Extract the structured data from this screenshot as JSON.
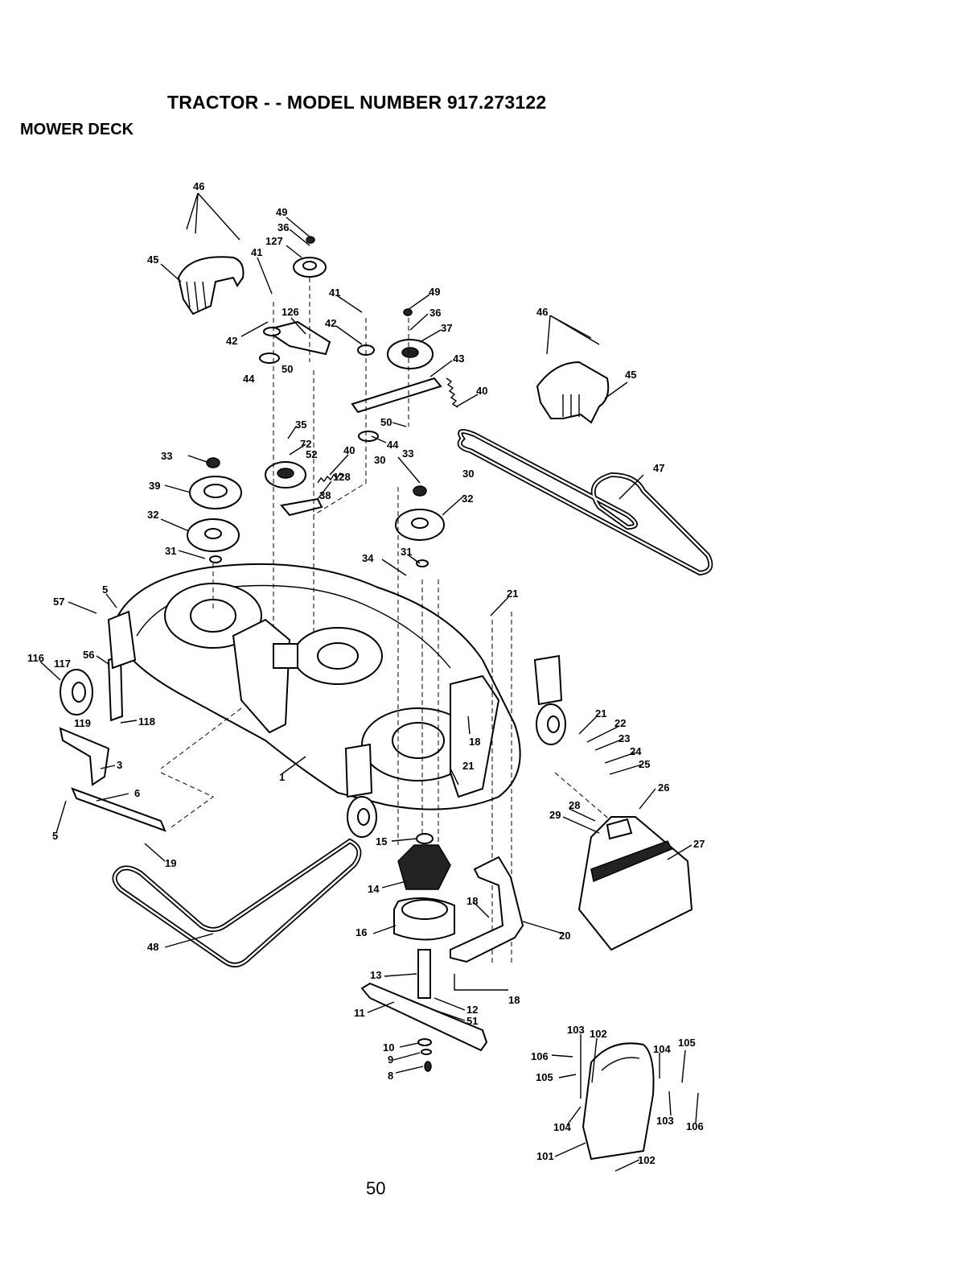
{
  "header": {
    "title": "TRACTOR - - MODEL NUMBER 917.273122",
    "section": "MOWER DECK"
  },
  "footer": {
    "page_number": "50"
  },
  "diagram": {
    "callouts": [
      {
        "id": "c46a",
        "text": "46"
      },
      {
        "id": "c45a",
        "text": "45"
      },
      {
        "id": "c49a",
        "text": "49"
      },
      {
        "id": "c36a",
        "text": "36"
      },
      {
        "id": "c127",
        "text": "127"
      },
      {
        "id": "c41a",
        "text": "41"
      },
      {
        "id": "c126",
        "text": "126"
      },
      {
        "id": "c42a",
        "text": "42"
      },
      {
        "id": "c44a",
        "text": "44"
      },
      {
        "id": "c50a",
        "text": "50"
      },
      {
        "id": "c41b",
        "text": "41"
      },
      {
        "id": "c42b",
        "text": "42"
      },
      {
        "id": "c49b",
        "text": "49"
      },
      {
        "id": "c36b",
        "text": "36"
      },
      {
        "id": "c37",
        "text": "37"
      },
      {
        "id": "c43",
        "text": "43"
      },
      {
        "id": "c40a",
        "text": "40"
      },
      {
        "id": "c46b",
        "text": "46"
      },
      {
        "id": "c45b",
        "text": "45"
      },
      {
        "id": "c50b",
        "text": "50"
      },
      {
        "id": "c44b",
        "text": "44"
      },
      {
        "id": "c35",
        "text": "35"
      },
      {
        "id": "c72",
        "text": "72"
      },
      {
        "id": "c52",
        "text": "52"
      },
      {
        "id": "c40b",
        "text": "40"
      },
      {
        "id": "c128",
        "text": "128"
      },
      {
        "id": "c38",
        "text": "38"
      },
      {
        "id": "c33a",
        "text": "33"
      },
      {
        "id": "c30a",
        "text": "30"
      },
      {
        "id": "c33b",
        "text": "33"
      },
      {
        "id": "c30b",
        "text": "30"
      },
      {
        "id": "c32a",
        "text": "32"
      },
      {
        "id": "c47",
        "text": "47"
      },
      {
        "id": "c39",
        "text": "39"
      },
      {
        "id": "c32b",
        "text": "32"
      },
      {
        "id": "c31a",
        "text": "31"
      },
      {
        "id": "c34",
        "text": "34"
      },
      {
        "id": "c31b",
        "text": "31"
      },
      {
        "id": "c5a",
        "text": "5"
      },
      {
        "id": "c57",
        "text": "57"
      },
      {
        "id": "c21a",
        "text": "21"
      },
      {
        "id": "c116",
        "text": "116"
      },
      {
        "id": "c117",
        "text": "117"
      },
      {
        "id": "c56",
        "text": "56"
      },
      {
        "id": "c119",
        "text": "119"
      },
      {
        "id": "c118",
        "text": "118"
      },
      {
        "id": "c18a",
        "text": "18"
      },
      {
        "id": "c21b",
        "text": "21"
      },
      {
        "id": "c22",
        "text": "22"
      },
      {
        "id": "c23",
        "text": "23"
      },
      {
        "id": "c24",
        "text": "24"
      },
      {
        "id": "c21c",
        "text": "21"
      },
      {
        "id": "c25",
        "text": "25"
      },
      {
        "id": "c26",
        "text": "26"
      },
      {
        "id": "c3",
        "text": "3"
      },
      {
        "id": "c1",
        "text": "1"
      },
      {
        "id": "c6",
        "text": "6"
      },
      {
        "id": "c5b",
        "text": "5"
      },
      {
        "id": "c28",
        "text": "28"
      },
      {
        "id": "c29",
        "text": "29"
      },
      {
        "id": "c27",
        "text": "27"
      },
      {
        "id": "c15",
        "text": "15"
      },
      {
        "id": "c19",
        "text": "19"
      },
      {
        "id": "c14",
        "text": "14"
      },
      {
        "id": "c18b",
        "text": "18"
      },
      {
        "id": "c16",
        "text": "16"
      },
      {
        "id": "c20",
        "text": "20"
      },
      {
        "id": "c48",
        "text": "48"
      },
      {
        "id": "c13",
        "text": "13"
      },
      {
        "id": "c18c",
        "text": "18"
      },
      {
        "id": "c11",
        "text": "11"
      },
      {
        "id": "c12",
        "text": "12"
      },
      {
        "id": "c51",
        "text": "51"
      },
      {
        "id": "c103a",
        "text": "103"
      },
      {
        "id": "c102a",
        "text": "102"
      },
      {
        "id": "c104a",
        "text": "104"
      },
      {
        "id": "c105a",
        "text": "105"
      },
      {
        "id": "c10",
        "text": "10"
      },
      {
        "id": "c9",
        "text": "9"
      },
      {
        "id": "c106a",
        "text": "106"
      },
      {
        "id": "c105b",
        "text": "105"
      },
      {
        "id": "c8",
        "text": "8"
      },
      {
        "id": "c104b",
        "text": "104"
      },
      {
        "id": "c103b",
        "text": "103"
      },
      {
        "id": "c106b",
        "text": "106"
      },
      {
        "id": "c101",
        "text": "101"
      },
      {
        "id": "c102b",
        "text": "102"
      }
    ]
  }
}
